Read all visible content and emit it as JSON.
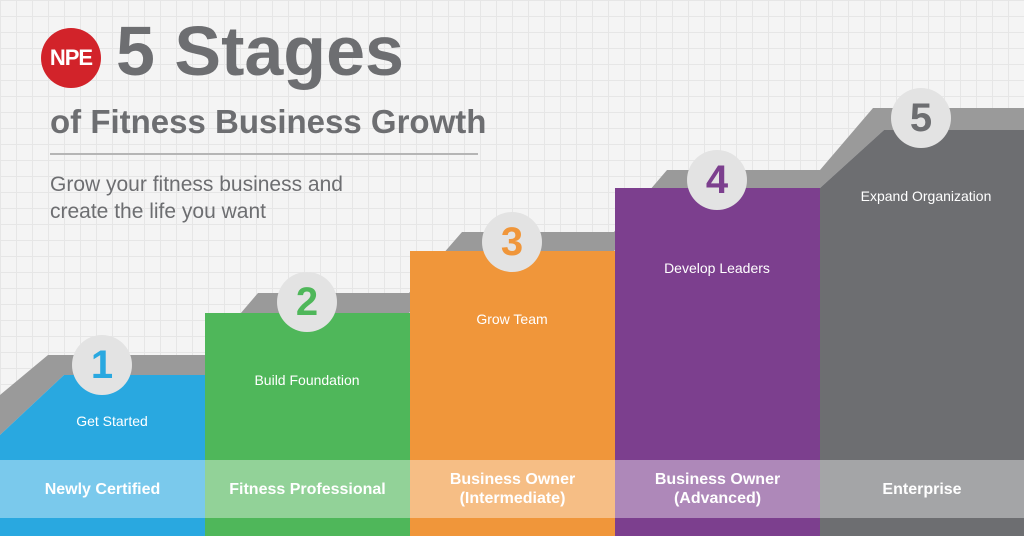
{
  "header": {
    "logo_text": "NPE",
    "title": "5 Stages",
    "subtitle": "of Fitness Business Growth",
    "tagline": "Grow your fitness business and create the life you want"
  },
  "colors": {
    "logo_red": "#d2232a",
    "heading_gray": "#6d6e71",
    "step_outline": "#9a9a9a",
    "band_tint": "rgba(255,255,255,0.38)",
    "stage_1": "#29a8e0",
    "stage_2": "#4fb75a",
    "stage_3": "#f0963a",
    "stage_4": "#7c3f8e",
    "stage_5": "#6d6e71"
  },
  "stages": [
    {
      "number": "1",
      "name": "Get Started",
      "level": "Newly Certified"
    },
    {
      "number": "2",
      "name": "Build Foundation",
      "level": "Fitness Professional"
    },
    {
      "number": "3",
      "name": "Grow Team",
      "level": "Business Owner\n(Intermediate)"
    },
    {
      "number": "4",
      "name": "Develop Leaders",
      "level": "Business Owner\n(Advanced)"
    },
    {
      "number": "5",
      "name": "Expand Organization",
      "level": "Enterprise"
    }
  ]
}
